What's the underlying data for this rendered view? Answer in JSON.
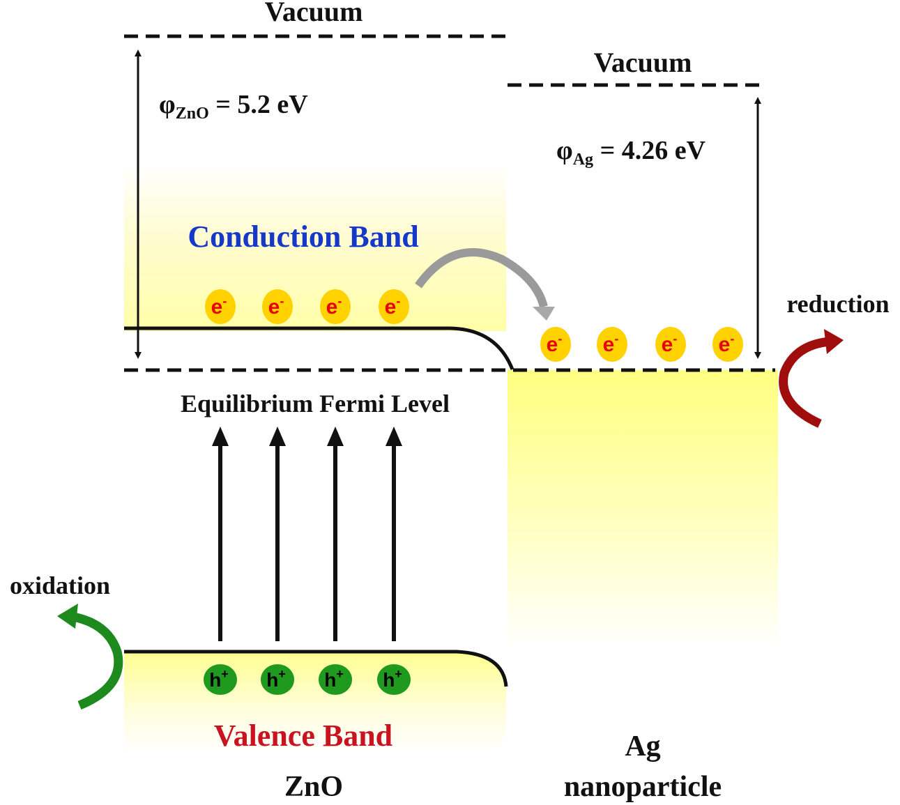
{
  "left": {
    "vacuum_label": "Vacuum",
    "work_function": {
      "symbol": "φ",
      "subscript": "ZnO",
      "value": " = 5.2 eV"
    },
    "conduction_band_label": "Conduction Band",
    "valence_band_label": "Valence Band",
    "material_label": "ZnO",
    "oxidation_label": "oxidation"
  },
  "right": {
    "vacuum_label": "Vacuum",
    "work_function": {
      "symbol": "φ",
      "subscript": "Ag",
      "value": " = 4.26 eV"
    },
    "material_label_line1": "Ag",
    "material_label_line2": "nanoparticle",
    "reduction_label": "reduction"
  },
  "fermi_label": "Equilibrium Fermi Level",
  "particles": {
    "electron": {
      "base": "e",
      "sup": "-"
    },
    "hole": {
      "base": "h",
      "sup": "+"
    }
  },
  "colors": {
    "conduction_text": "#1538c8",
    "valence_text": "#c8141e",
    "electron_fill": "#ffd200",
    "electron_text": "#e8000a",
    "hole_fill": "#1f9a1f",
    "band_yellow": "#ffff80",
    "oxidation_arrow": "#1e8a1e",
    "reduction_arrow": "#a00d0d",
    "transfer_arrow": "#8a8a8a"
  }
}
